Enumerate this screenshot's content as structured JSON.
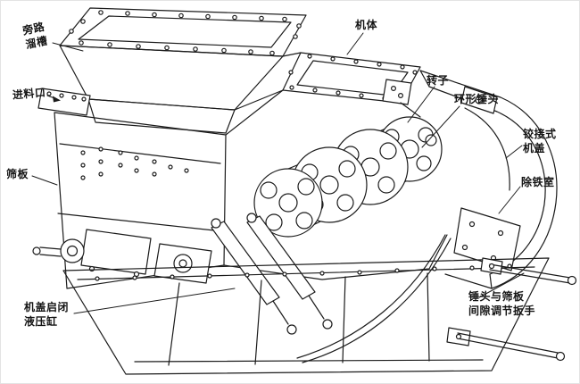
{
  "colors": {
    "ink": "#1b1b1b",
    "background": "#ffffff"
  },
  "labels": {
    "bypass_chute": "旁路\n溜槽",
    "feed_inlet": "进料口",
    "machine_body": "机体",
    "rotor": "转子",
    "ring_hammer": "环形锤头",
    "hinged_cover": "铰接式\n机盖",
    "iron_removal_chamber": "除铁室",
    "screen_plate": "筛板",
    "cover_hydraulic_cylinder": "机盖启闭\n液压缸",
    "gap_adjust_wrench": "锤头与筛板\n间隙调节扳手"
  }
}
